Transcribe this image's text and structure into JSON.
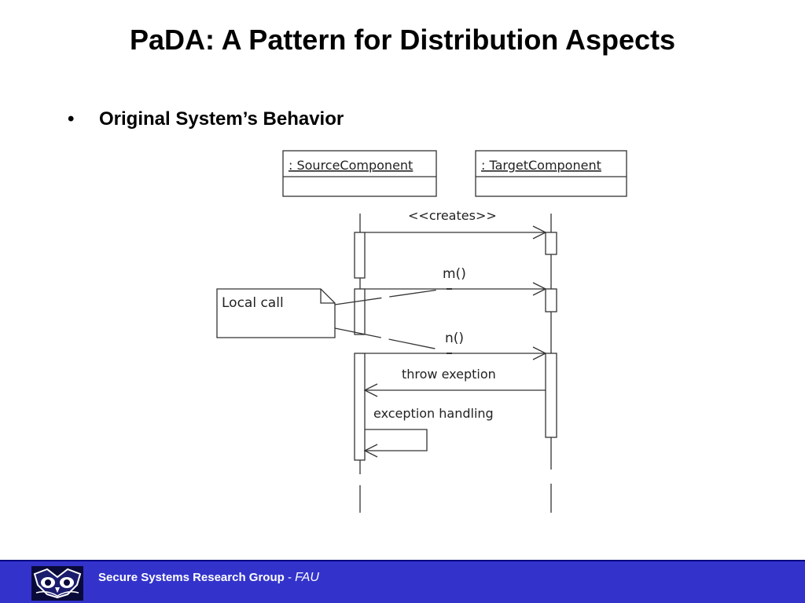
{
  "slide": {
    "title": "PaDA: A Pattern for Distribution Aspects",
    "bullet": "Original System’s Behavior",
    "bullet_symbol": "•"
  },
  "diagram": {
    "objects": [
      {
        "id": "source",
        "label": ": SourceComponent"
      },
      {
        "id": "target",
        "label": ": TargetComponent"
      }
    ],
    "messages": [
      {
        "id": "creates",
        "label": "<<creates>>",
        "from": "source",
        "to": "target"
      },
      {
        "id": "m",
        "label": "m()",
        "from": "source",
        "to": "target"
      },
      {
        "id": "n",
        "label": "n()",
        "from": "source",
        "to": "target"
      },
      {
        "id": "throw",
        "label": "throw exeption",
        "from": "target",
        "to": "source"
      },
      {
        "id": "handling",
        "label": "exception handling",
        "from": "source",
        "to": "source"
      }
    ],
    "note": {
      "label": "Local call"
    }
  },
  "footer": {
    "group": "Secure Systems Research Group",
    "separator": "-",
    "org": "FAU",
    "background": "#3333cc"
  }
}
